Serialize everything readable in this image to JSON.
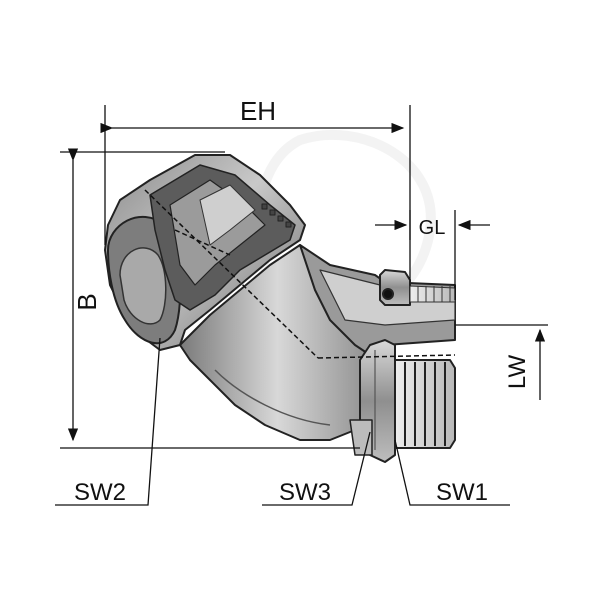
{
  "labels": {
    "eh": "EH",
    "b": "B",
    "gl": "GL",
    "lw": "LW",
    "sw1": "SW1",
    "sw2": "SW2",
    "sw3": "SW3"
  },
  "colors": {
    "outline": "#222222",
    "body_dark": "#6f6f6f",
    "body_mid": "#9a9a9a",
    "body_light": "#d4d4d4",
    "metal_light": "#e8e8e8",
    "watermark": "#e6e6e6"
  }
}
